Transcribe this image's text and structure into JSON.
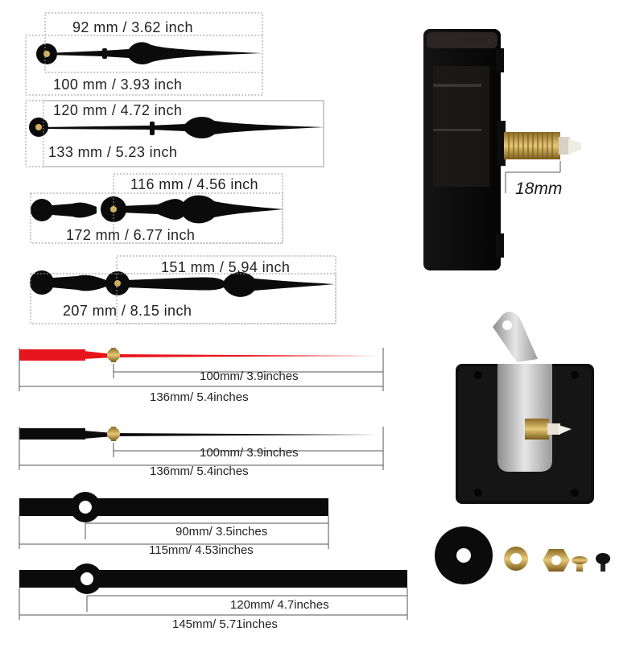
{
  "labels": {
    "set1_short": "92 mm / 3.62 inch",
    "set1_long": "100 mm / 3.93 inch",
    "set2_short": "120 mm / 4.72 inch",
    "set2_long": "133 mm / 5.23 inch",
    "set3_short": "116 mm / 4.56 inch",
    "set3_long": "172 mm / 6.77 inch",
    "set4_short": "151 mm / 5.94 inch",
    "set4_long": "207 mm / 8.15 inch",
    "second_red_short": "100mm/ 3.9inches",
    "second_red_long": "136mm/ 5.4inches",
    "second_black_short": "100mm/ 3.9inches",
    "second_black_long": "136mm/ 5.4inches",
    "straight_a_short": "90mm/ 3.5inches",
    "straight_a_long": "115mm/ 4.53inches",
    "straight_b_short": "120mm/ 4.7inches",
    "straight_b_long": "145mm/ 5.71inches",
    "shaft_length": "18mm"
  },
  "colors": {
    "hand": "#0b0b0b",
    "red_hand": "#e8141c",
    "brass": "#c9a24a",
    "metal": "#b8b8b8"
  }
}
